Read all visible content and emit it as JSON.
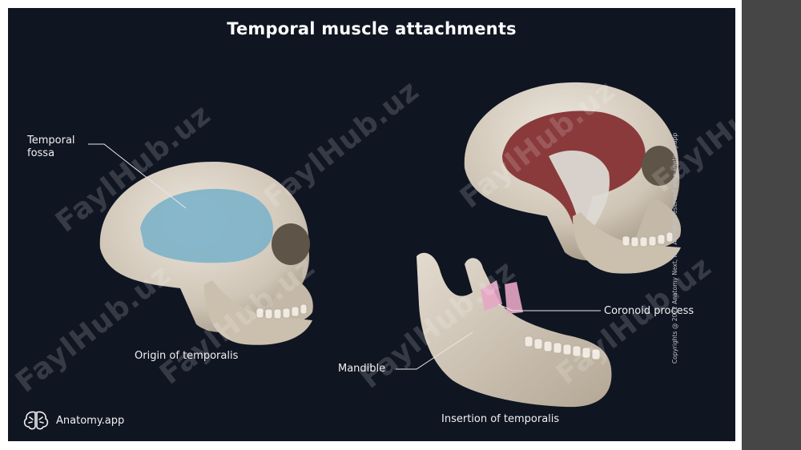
{
  "title": "Temporal muscle attachments",
  "labels": {
    "temporal_fossa": "Temporal fossa",
    "origin": "Origin of temporalis",
    "coronoid": "Coronoid process",
    "mandible": "Mandible",
    "insertion": "Insertion of temporalis"
  },
  "logo": {
    "text": "Anatomy.app",
    "icon": "brain-icon"
  },
  "copyright": "Copyrights @ 2022 Anatomy Next, Inc. All rights reserved www.anatomy.app",
  "watermark": "FaylHub.uz",
  "colors": {
    "background": "#101522",
    "bone": "#d8cfc2",
    "fossa_highlight": "#7fb3c9",
    "muscle": "#8a3a3a",
    "tendon": "#d9d7d2",
    "coronoid_highlight": "#e6a6c4",
    "sidebar": "#464646"
  }
}
